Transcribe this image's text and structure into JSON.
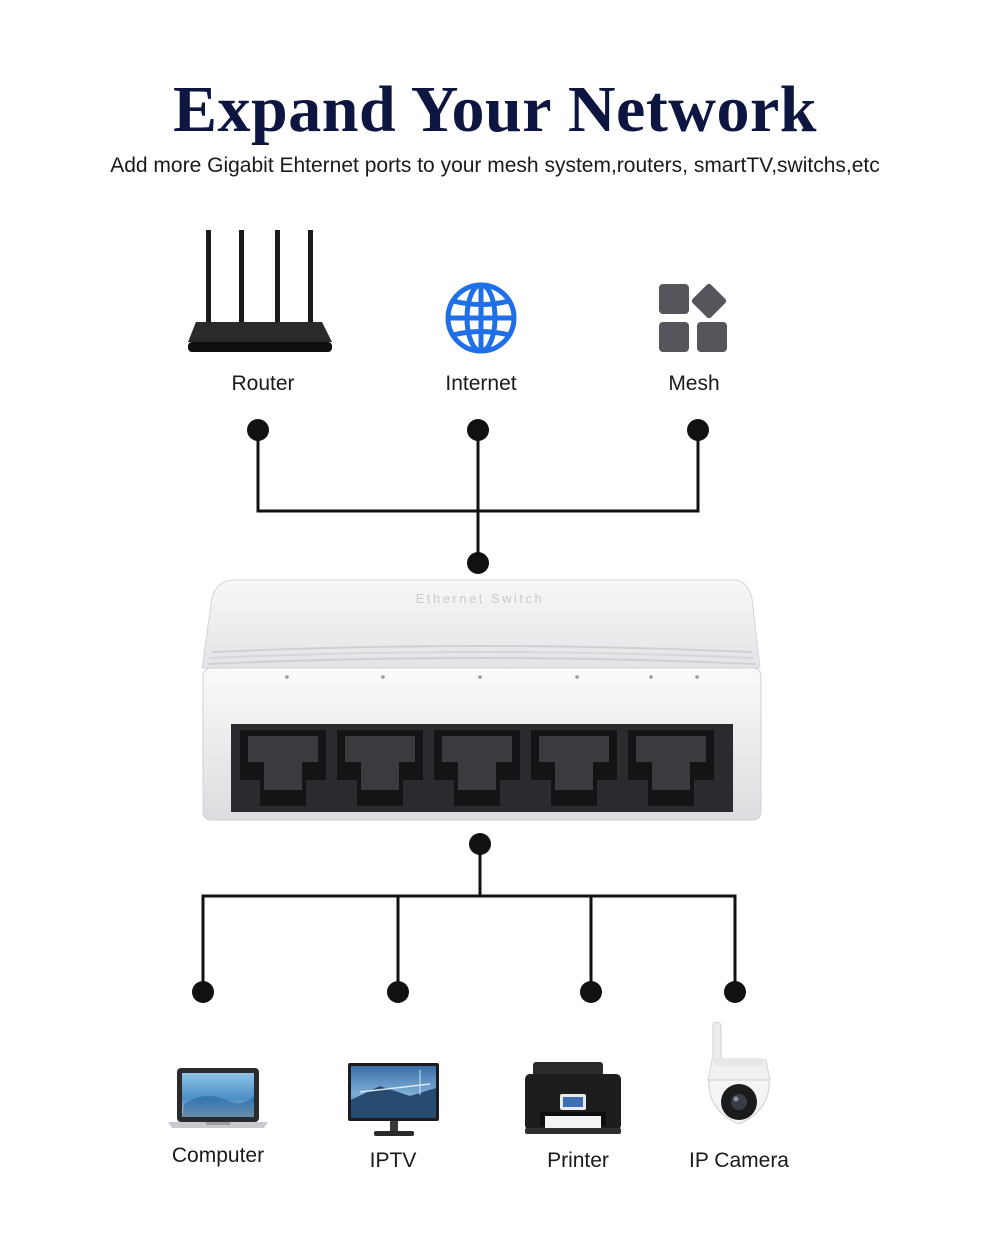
{
  "header": {
    "title": "Expand Your Network",
    "subtitle": "Add more Gigabit Ehternet ports to your mesh system,routers, smartTV,switchs,etc"
  },
  "sources": [
    {
      "label": "Router",
      "icon": "router-icon"
    },
    {
      "label": "Internet",
      "icon": "globe-icon"
    },
    {
      "label": "Mesh",
      "icon": "mesh-grid-icon"
    }
  ],
  "switch": {
    "lid_text": "Ethernet Switch",
    "port_count": 5,
    "icon": "ethernet-switch-icon"
  },
  "devices": [
    {
      "label": "Computer",
      "icon": "laptop-icon"
    },
    {
      "label": "IPTV",
      "icon": "monitor-icon"
    },
    {
      "label": "Printer",
      "icon": "printer-icon"
    },
    {
      "label": "IP Camera",
      "icon": "ip-camera-icon"
    }
  ],
  "colors": {
    "title": "#0d1640",
    "line": "#111111",
    "globe": "#1f6fe8",
    "mesh": "#55565b"
  }
}
